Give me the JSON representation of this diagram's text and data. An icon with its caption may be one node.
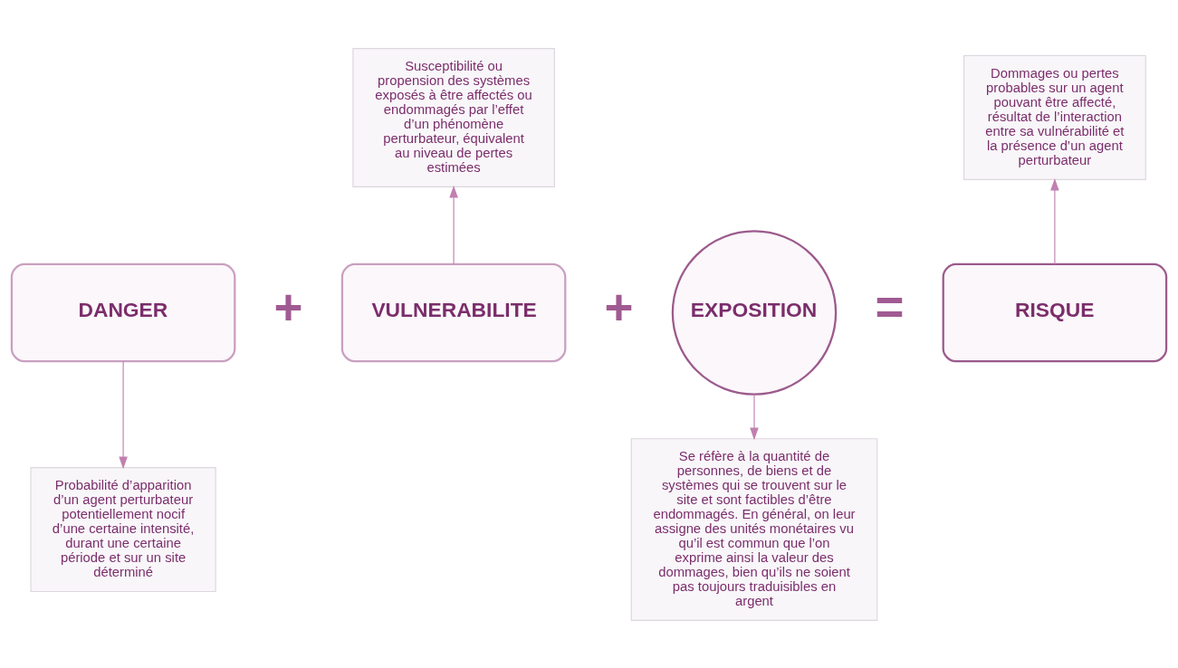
{
  "diagram": {
    "nodes": [
      {
        "text": [
          "DANGER"
        ]
      },
      {
        "text": [
          "VULNERABILITE"
        ]
      },
      {
        "text": [
          "EXPOSITION"
        ]
      },
      {
        "text": [
          "RISQUE"
        ]
      },
      {
        "text": [
          "Susceptibilité ou propension des systèmes exposés à être affectés ou endommagés par l’effet d’un phénomène perturbateur, équivalent au niveau de pertes estimées"
        ]
      },
      {
        "text": [
          "Probabilité d’apparition d’un agent perturbateur potentiellement nocif d’une certaine intensité, durant une certaine période et sur un site déterminé"
        ]
      },
      {
        "text": [
          "Se réfère à la quantité de personnes, de biens et de systèmes qui se trouvent sur le site et sont factibles d’être endommagés. En général, on leur assigne des unités monétaires vu qu’il est commun que l’on exprime ainsi la valeur des dommages, bien qu’ils ne soient pas toujours traduisibles en argent"
        ]
      },
      {
        "text": [
          "Dommages ou pertes probables sur un agent pouvant être affecté, résultat de l’interaction entre sa vulnérabilité et la présence d’un agent perturbateur"
        ]
      }
    ],
    "edges": [
      {
        "from": 0,
        "to": 5,
        "arrow": "to"
      },
      {
        "from": 1,
        "to": 4,
        "arrow": "to"
      },
      {
        "from": 2,
        "to": 6,
        "arrow": "to"
      },
      {
        "from": 3,
        "to": 7,
        "arrow": "to"
      }
    ],
    "labels": [
      "+",
      "+",
      "="
    ]
  }
}
